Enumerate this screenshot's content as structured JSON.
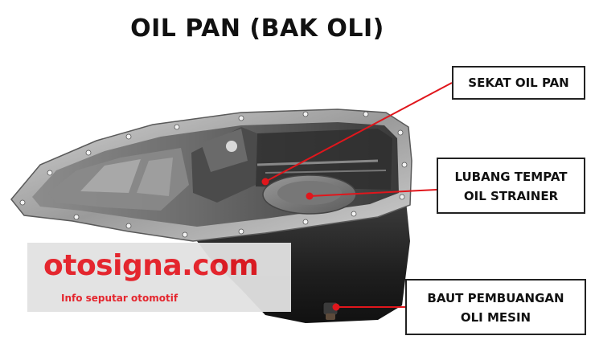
{
  "title": "OIL PAN (BAK OLI)",
  "callouts": [
    {
      "lines": [
        "SEKAT OIL PAN"
      ]
    },
    {
      "lines": [
        "LUBANG TEMPAT",
        "OIL STRAINER"
      ]
    },
    {
      "lines": [
        "BAUT PEMBUANGAN",
        "OLI MESIN"
      ]
    }
  ],
  "watermark": {
    "name": "otosigna.com",
    "tagline": "Info seputar otomotif"
  },
  "colors": {
    "pointer": "#e0161c",
    "brand": "#e31b23",
    "metal_dark": "#2a2a2a",
    "metal_light": "#b9b9b9"
  }
}
